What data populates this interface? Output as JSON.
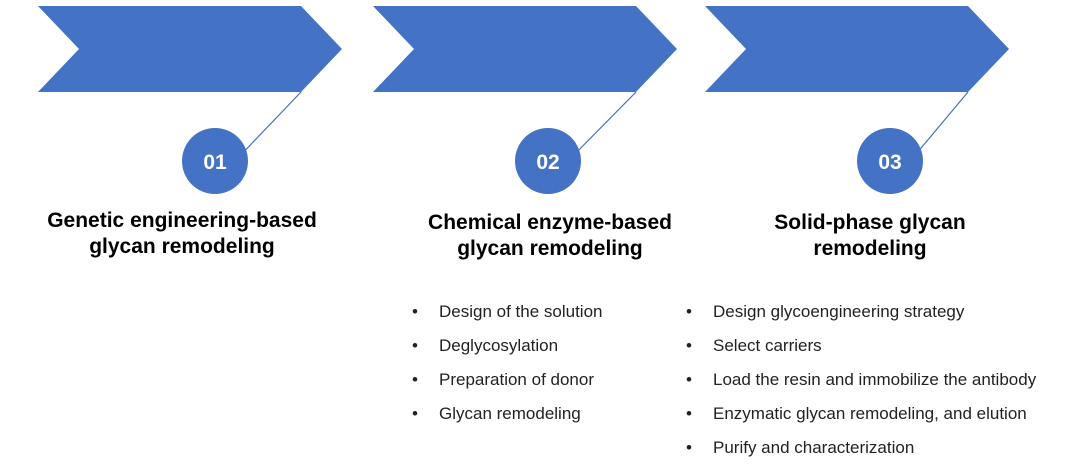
{
  "colors": {
    "arrow_fill": "#4472c4",
    "circle_fill": "#4472c4",
    "connector_line": "#4472c4",
    "number_text": "#ffffff",
    "title_text": "#000000",
    "bullet_text": "#222222"
  },
  "steps": [
    {
      "number": "01",
      "title_line1": "Genetic engineering-based",
      "title_line2": "glycan remodeling",
      "bullets": []
    },
    {
      "number": "02",
      "title_line1": "Chemical enzyme-based",
      "title_line2": "glycan remodeling",
      "bullets": [
        "Design of the solution",
        "Deglycosylation",
        "Preparation of donor",
        "Glycan remodeling"
      ]
    },
    {
      "number": "03",
      "title_line1": "Solid-phase glycan",
      "title_line2": "remodeling",
      "bullets": [
        "Design glycoengineering strategy",
        "Select carriers",
        "Load the resin and immobilize the antibody",
        "Enzymatic glycan remodeling, and elution",
        "Purify and characterization"
      ]
    }
  ]
}
